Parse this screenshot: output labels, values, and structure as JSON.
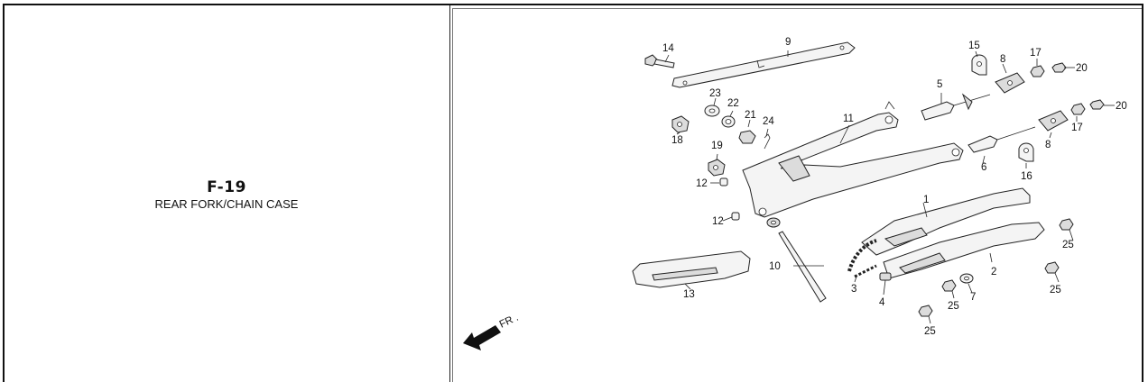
{
  "figure": {
    "code": "F-19",
    "title": "REAR FORK/CHAIN CASE"
  },
  "direction_label": "FR .",
  "callouts": {
    "c1": "1",
    "c2": "2",
    "c3": "3",
    "c4": "4",
    "c5": "5",
    "c6": "6",
    "c7": "7",
    "c8a": "8",
    "c8b": "8",
    "c9": "9",
    "c10": "10",
    "c11": "11",
    "c12a": "12",
    "c12b": "12",
    "c13": "13",
    "c14": "14",
    "c15": "15",
    "c16": "16",
    "c17a": "17",
    "c17b": "17",
    "c18": "18",
    "c19": "19",
    "c20a": "20",
    "c20b": "20",
    "c21": "21",
    "c22": "22",
    "c23": "23",
    "c24": "24",
    "c25a": "25",
    "c25b": "25",
    "c25c": "25",
    "c25d": "25"
  }
}
